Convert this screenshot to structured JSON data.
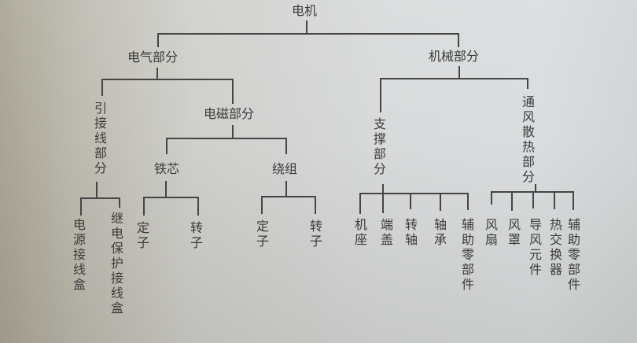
{
  "diagram": {
    "type": "tree",
    "root": "电机",
    "nodes": {
      "root": "电机",
      "electrical": "电气部分",
      "mechanical": "机械部分",
      "lead_wire": "引接线部分",
      "electromagnetic": "电磁部分",
      "iron_core": "铁芯",
      "winding": "绕组",
      "power_junction_box": "电源接线盒",
      "relay_protection_box": "继电保护接线盒",
      "core_stator": "定子",
      "core_rotor": "转子",
      "winding_stator": "定子",
      "winding_rotor": "转子",
      "support": "支撑部分",
      "ventilation": "通风散热部分",
      "base": "机座",
      "end_cover": "端盖",
      "shaft": "转轴",
      "bearing": "轴承",
      "support_aux": "辅助零部件",
      "fan": "风扇",
      "fan_cover": "风罩",
      "air_guide": "导风元件",
      "heat_exchanger": "热交换器",
      "vent_aux": "辅助零部件"
    },
    "edges": [
      [
        "电机",
        "电气部分"
      ],
      [
        "电机",
        "机械部分"
      ],
      [
        "电气部分",
        "引接线部分"
      ],
      [
        "电气部分",
        "电磁部分"
      ],
      [
        "引接线部分",
        "电源接线盒"
      ],
      [
        "引接线部分",
        "继电保护接线盒"
      ],
      [
        "电磁部分",
        "铁芯"
      ],
      [
        "电磁部分",
        "绕组"
      ],
      [
        "铁芯",
        "定子"
      ],
      [
        "铁芯",
        "转子"
      ],
      [
        "绕组",
        "定子"
      ],
      [
        "绕组",
        "转子"
      ],
      [
        "机械部分",
        "支撑部分"
      ],
      [
        "机械部分",
        "通风散热部分"
      ],
      [
        "支撑部分",
        "机座"
      ],
      [
        "支撑部分",
        "端盖"
      ],
      [
        "支撑部分",
        "转轴"
      ],
      [
        "支撑部分",
        "轴承"
      ],
      [
        "支撑部分",
        "辅助零部件"
      ],
      [
        "通风散热部分",
        "风扇"
      ],
      [
        "通风散热部分",
        "风罩"
      ],
      [
        "通风散热部分",
        "导风元件"
      ],
      [
        "通风散热部分",
        "热交换器"
      ],
      [
        "通风散热部分",
        "辅助零部件"
      ]
    ]
  }
}
